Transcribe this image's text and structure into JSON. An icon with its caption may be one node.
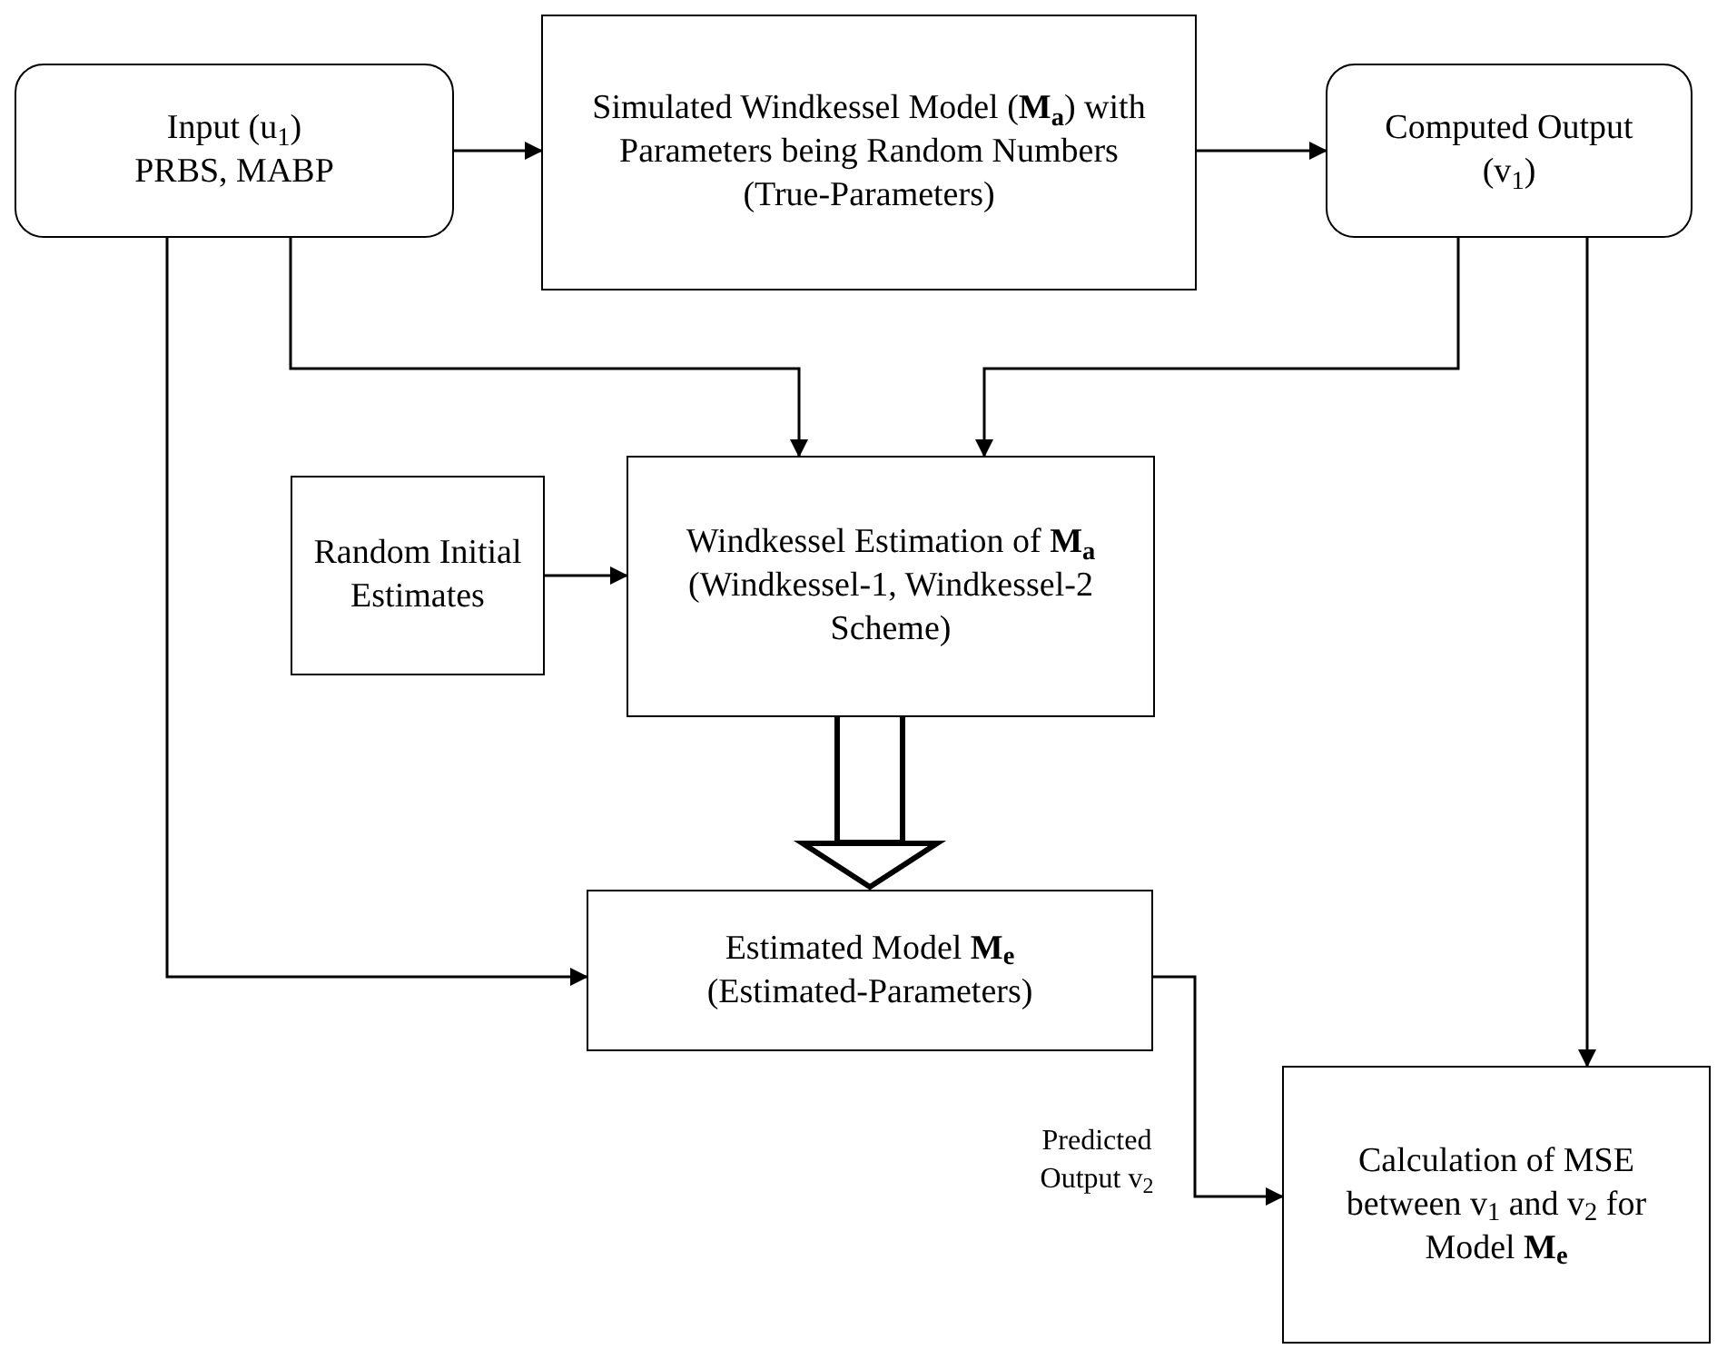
{
  "diagram": {
    "nodes": [
      {
        "text": [
          "Input (u$_{1}$) PRBS, MABP"
        ]
      },
      {
        "text": [
          "Simulated Windkessel Model (**M$_{a}$**) with Parameters being Random Numbers (True-Parameters)"
        ]
      },
      {
        "text": [
          "Computed Output (v$_{1}$)"
        ]
      },
      {
        "text": [
          "Random Initial Estimates"
        ]
      },
      {
        "text": [
          "Windkessel Estimation of **M$_{a}$** (Windkessel-1, Windkessel-2 Scheme)"
        ]
      },
      {
        "text": [
          "Estimated Model **M$_{e}$** (Estimated-Parameters)"
        ]
      },
      {
        "text": [
          "Calculation of MSE between v$_{1}$ and v$_{2}$ for Model **M$_{e}$**"
        ]
      }
    ],
    "edges": [
      {
        "from": 0,
        "to": 1,
        "arrow": "to"
      },
      {
        "from": 1,
        "to": 2,
        "arrow": "to"
      },
      {
        "from": 0,
        "to": 4,
        "arrow": "to"
      },
      {
        "from": 2,
        "to": 4,
        "arrow": "to"
      },
      {
        "from": 3,
        "to": 4,
        "arrow": "to"
      },
      {
        "from": 4,
        "to": 5,
        "arrow": "to",
        "style": "thick"
      },
      {
        "from": 0,
        "to": 5,
        "arrow": "to"
      },
      {
        "from": 2,
        "to": 6,
        "arrow": "to"
      },
      {
        "from": 5,
        "to": 6,
        "arrow": "to",
        "label": "Predicted Output v$_{2}$"
      }
    ]
  }
}
